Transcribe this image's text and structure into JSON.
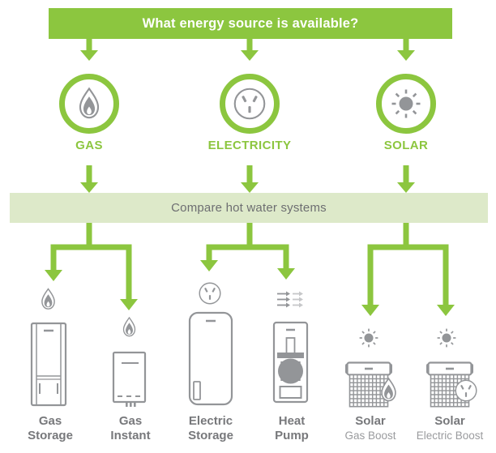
{
  "banner": {
    "title": "What energy source is available?"
  },
  "band": {
    "label": "Compare hot water systems"
  },
  "sources": [
    {
      "id": "gas",
      "label": "GAS",
      "icon": "flame-icon"
    },
    {
      "id": "electricity",
      "label": "ELECTRICITY",
      "icon": "power-outlet-icon"
    },
    {
      "id": "solar",
      "label": "SOLAR",
      "icon": "sun-icon"
    }
  ],
  "systems": [
    {
      "line1": "Gas",
      "line2": "Storage",
      "icon": "gas-storage-tank-icon",
      "source": "gas"
    },
    {
      "line1": "Gas",
      "line2": "Instant",
      "icon": "gas-instant-unit-icon",
      "source": "gas"
    },
    {
      "line1": "Electric",
      "line2": "Storage",
      "icon": "electric-storage-tank-icon",
      "source": "electricity"
    },
    {
      "line1": "Heat",
      "line2": "Pump",
      "icon": "heat-pump-unit-icon",
      "source": "electricity"
    },
    {
      "line1": "Solar",
      "line2": "Gas Boost",
      "icon": "solar-collector-gas-boost-icon",
      "source": "solar"
    },
    {
      "line1": "Solar",
      "line2": "Electric Boost",
      "icon": "solar-collector-electric-boost-icon",
      "source": "solar"
    }
  ],
  "colors": {
    "green": "#8cc63f",
    "band_bg": "#dde9c9",
    "band_text": "#6d6e71",
    "icon_gray": "#939598",
    "icon_light": "#c6c7c9",
    "label_dark": "#77787b",
    "label_light": "#9a9b9e"
  }
}
